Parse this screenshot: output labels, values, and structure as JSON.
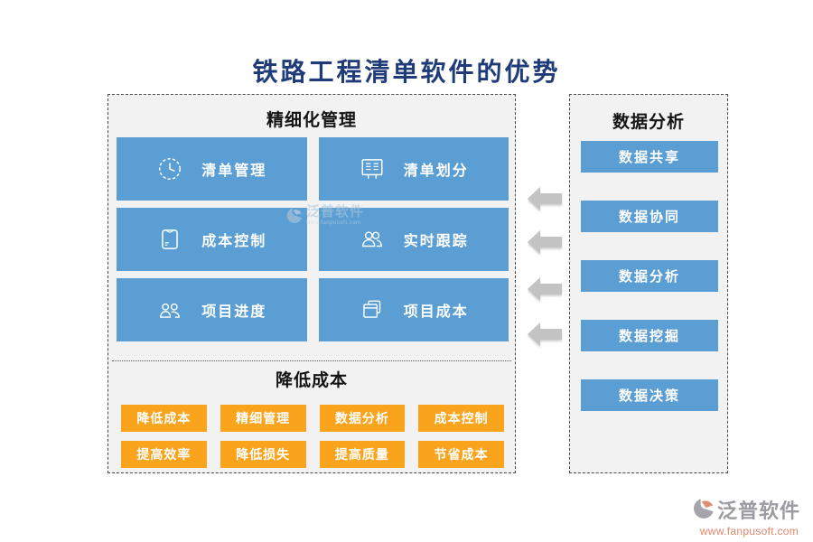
{
  "title": "铁路工程清单软件的优势",
  "left_panel": {
    "header": "精细化管理",
    "features": [
      {
        "label": "清单管理",
        "icon": "clock-icon"
      },
      {
        "label": "清单划分",
        "icon": "billboard-list-icon"
      },
      {
        "label": "成本控制",
        "icon": "envelope-icon"
      },
      {
        "label": "实时跟踪",
        "icon": "two-users-icon"
      },
      {
        "label": "项目进度",
        "icon": "team-icon"
      },
      {
        "label": "项目成本",
        "icon": "stacked-windows-icon"
      }
    ],
    "sub_header": "降低成本",
    "benefits": [
      "降低成本",
      "精细管理",
      "数据分析",
      "成本控制",
      "提高效率",
      "降低损失",
      "提高质量",
      "节省成本"
    ]
  },
  "right_panel": {
    "header": "数据分析",
    "items": [
      "数据共享",
      "数据协同",
      "数据分析",
      "数据挖掘",
      "数据决策"
    ]
  },
  "watermark": {
    "text": "泛普软件",
    "subtext": "www.fanpusoft.com"
  },
  "footer": {
    "brand": "泛普软件",
    "url": "www.fanpusoft.com"
  },
  "colors": {
    "button_blue": "#5b9ed3",
    "button_orange": "#faa41e",
    "title_navy": "#1f3c78",
    "arrow_gray": "#c3c3c3",
    "panel_bg": "#f2f2f2",
    "brand_gray": "#9b9ba1",
    "brand_salmon": "#e0876b"
  }
}
